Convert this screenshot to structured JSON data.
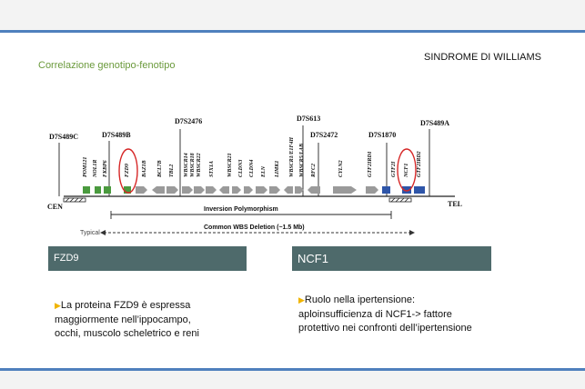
{
  "header": {
    "title": "SINDROME DI WILLIAMS",
    "subtitle": "Correlazione genotipo-fenotipo"
  },
  "diagram": {
    "markers": [
      "D7S489C",
      "D7S489B",
      "D7S2476",
      "D7S613",
      "D7S2472",
      "D7S1870",
      "D7S489A"
    ],
    "genes": [
      "POM121",
      "NOL1R",
      "FKBP6",
      "FZD9",
      "BAZ1B",
      "BCL7B",
      "TBL2",
      "WBSCR14",
      "WBSCR18",
      "WBSCR22",
      "STX1A",
      "WBSCR21",
      "CLDN3",
      "CLDN4",
      "ELN",
      "LIMK1",
      "WBSCR1/E1F4H",
      "WBSCR5/LAB",
      "RFC2",
      "CYLN2",
      "GTF2IRD1",
      "GTF2I",
      "NCF1",
      "GTF2IRD2"
    ],
    "cen_label": "CEN",
    "tel_label": "TEL",
    "inversion_label": "Inversion Polymorphism",
    "deletion_label": "Common WBS Deletion (~1.5 Mb)",
    "typical_label": "Typical",
    "colors": {
      "green": "#4a9a3e",
      "grey": "#9a9a9a",
      "blue": "#2e55a8",
      "circle": "#d62828"
    }
  },
  "panels": {
    "left": {
      "title": "FZD9",
      "bullet_icon": "triangle-bullet-icon",
      "text_lines": [
        "La proteina FZD9 è espressa",
        "maggiormente nell’ippocampo,",
        "occhi, muscolo scheletrico e reni"
      ]
    },
    "right": {
      "title": "NCF1",
      "bullet_icon": "triangle-bullet-icon",
      "text_lines": [
        "Ruolo nella ipertensione:",
        "aploinsufficienza di NCF1-> fattore",
        "protettivo nei confronti dell’ipertensione"
      ]
    }
  }
}
